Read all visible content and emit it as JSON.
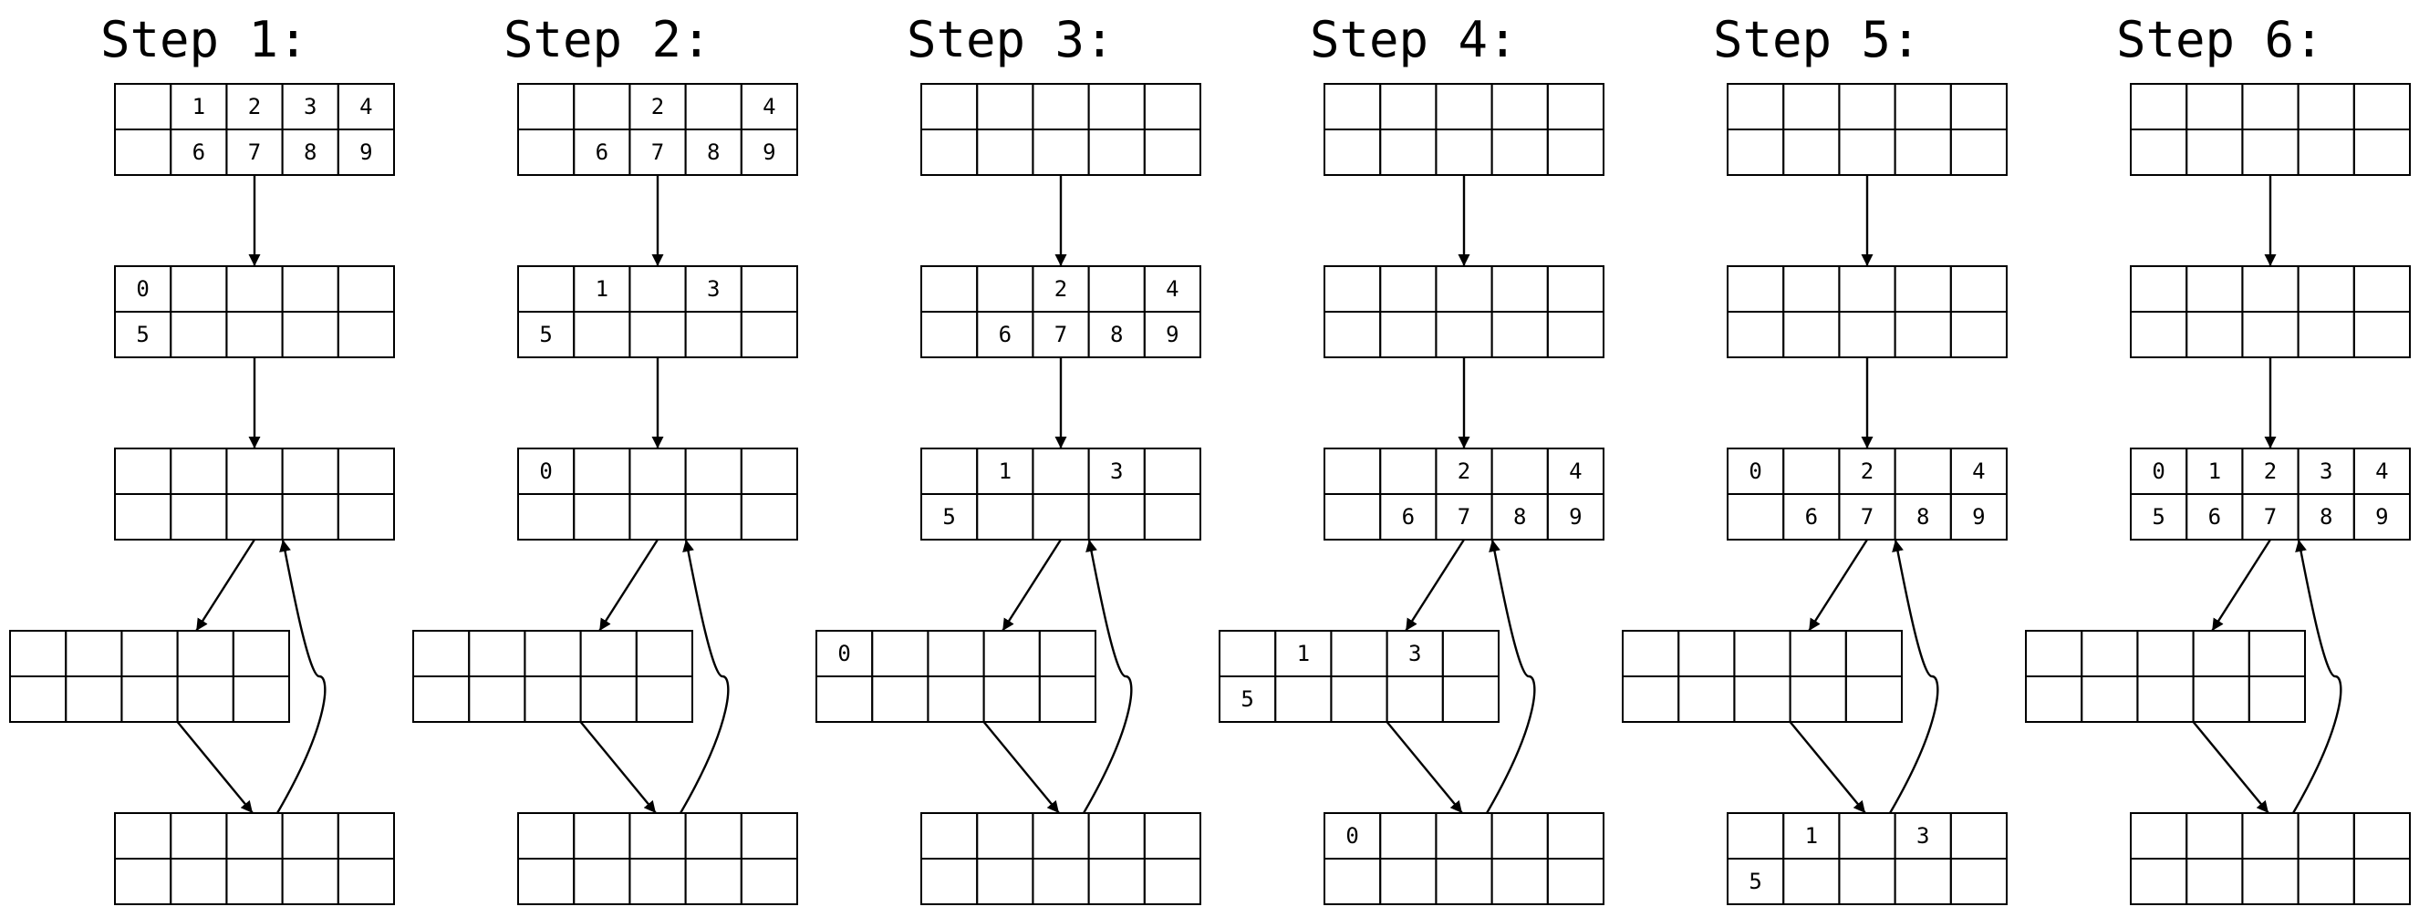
{
  "steps": [
    {
      "title": "Step 1:",
      "grids": [
        {
          "name": "top",
          "cells": [
            [
              "",
              "1",
              "2",
              "3",
              "4"
            ],
            [
              "",
              "6",
              "7",
              "8",
              "9"
            ]
          ]
        },
        {
          "name": "mid",
          "cells": [
            [
              "0",
              "",
              "",
              "",
              ""
            ],
            [
              "5",
              "",
              "",
              "",
              ""
            ]
          ]
        },
        {
          "name": "hub",
          "cells": [
            [
              "",
              "",
              "",
              "",
              ""
            ],
            [
              "",
              "",
              "",
              "",
              ""
            ]
          ]
        },
        {
          "name": "left",
          "cells": [
            [
              "",
              "",
              "",
              "",
              ""
            ],
            [
              "",
              "",
              "",
              "",
              ""
            ]
          ]
        },
        {
          "name": "bottom",
          "cells": [
            [
              "",
              "",
              "",
              "",
              ""
            ],
            [
              "",
              "",
              "",
              "",
              ""
            ]
          ]
        }
      ]
    },
    {
      "title": "Step 2:",
      "grids": [
        {
          "name": "top",
          "cells": [
            [
              "",
              "",
              "2",
              "",
              "4"
            ],
            [
              "",
              "6",
              "7",
              "8",
              "9"
            ]
          ]
        },
        {
          "name": "mid",
          "cells": [
            [
              "",
              "1",
              "",
              "3",
              ""
            ],
            [
              "5",
              "",
              "",
              "",
              ""
            ]
          ]
        },
        {
          "name": "hub",
          "cells": [
            [
              "0",
              "",
              "",
              "",
              ""
            ],
            [
              "",
              "",
              "",
              "",
              ""
            ]
          ]
        },
        {
          "name": "left",
          "cells": [
            [
              "",
              "",
              "",
              "",
              ""
            ],
            [
              "",
              "",
              "",
              "",
              ""
            ]
          ]
        },
        {
          "name": "bottom",
          "cells": [
            [
              "",
              "",
              "",
              "",
              ""
            ],
            [
              "",
              "",
              "",
              "",
              ""
            ]
          ]
        }
      ]
    },
    {
      "title": "Step 3:",
      "grids": [
        {
          "name": "top",
          "cells": [
            [
              "",
              "",
              "",
              "",
              ""
            ],
            [
              "",
              "",
              "",
              "",
              ""
            ]
          ]
        },
        {
          "name": "mid",
          "cells": [
            [
              "",
              "",
              "2",
              "",
              "4"
            ],
            [
              "",
              "6",
              "7",
              "8",
              "9"
            ]
          ]
        },
        {
          "name": "hub",
          "cells": [
            [
              "",
              "1",
              "",
              "3",
              ""
            ],
            [
              "5",
              "",
              "",
              "",
              ""
            ]
          ]
        },
        {
          "name": "left",
          "cells": [
            [
              "0",
              "",
              "",
              "",
              ""
            ],
            [
              "",
              "",
              "",
              "",
              ""
            ]
          ]
        },
        {
          "name": "bottom",
          "cells": [
            [
              "",
              "",
              "",
              "",
              ""
            ],
            [
              "",
              "",
              "",
              "",
              ""
            ]
          ]
        }
      ]
    },
    {
      "title": "Step 4:",
      "grids": [
        {
          "name": "top",
          "cells": [
            [
              "",
              "",
              "",
              "",
              ""
            ],
            [
              "",
              "",
              "",
              "",
              ""
            ]
          ]
        },
        {
          "name": "mid",
          "cells": [
            [
              "",
              "",
              "",
              "",
              ""
            ],
            [
              "",
              "",
              "",
              "",
              ""
            ]
          ]
        },
        {
          "name": "hub",
          "cells": [
            [
              "",
              "",
              "2",
              "",
              "4"
            ],
            [
              "",
              "6",
              "7",
              "8",
              "9"
            ]
          ]
        },
        {
          "name": "left",
          "cells": [
            [
              "",
              "1",
              "",
              "3",
              ""
            ],
            [
              "5",
              "",
              "",
              "",
              ""
            ]
          ]
        },
        {
          "name": "bottom",
          "cells": [
            [
              "0",
              "",
              "",
              "",
              ""
            ],
            [
              "",
              "",
              "",
              "",
              ""
            ]
          ]
        }
      ]
    },
    {
      "title": "Step 5:",
      "grids": [
        {
          "name": "top",
          "cells": [
            [
              "",
              "",
              "",
              "",
              ""
            ],
            [
              "",
              "",
              "",
              "",
              ""
            ]
          ]
        },
        {
          "name": "mid",
          "cells": [
            [
              "",
              "",
              "",
              "",
              ""
            ],
            [
              "",
              "",
              "",
              "",
              ""
            ]
          ]
        },
        {
          "name": "hub",
          "cells": [
            [
              "0",
              "",
              "2",
              "",
              "4"
            ],
            [
              "",
              "6",
              "7",
              "8",
              "9"
            ]
          ]
        },
        {
          "name": "left",
          "cells": [
            [
              "",
              "",
              "",
              "",
              ""
            ],
            [
              "",
              "",
              "",
              "",
              ""
            ]
          ]
        },
        {
          "name": "bottom",
          "cells": [
            [
              "",
              "1",
              "",
              "3",
              ""
            ],
            [
              "5",
              "",
              "",
              "",
              ""
            ]
          ]
        }
      ]
    },
    {
      "title": "Step 6:",
      "grids": [
        {
          "name": "top",
          "cells": [
            [
              "",
              "",
              "",
              "",
              ""
            ],
            [
              "",
              "",
              "",
              "",
              ""
            ]
          ]
        },
        {
          "name": "mid",
          "cells": [
            [
              "",
              "",
              "",
              "",
              ""
            ],
            [
              "",
              "",
              "",
              "",
              ""
            ]
          ]
        },
        {
          "name": "hub",
          "cells": [
            [
              "0",
              "1",
              "2",
              "3",
              "4"
            ],
            [
              "5",
              "6",
              "7",
              "8",
              "9"
            ]
          ]
        },
        {
          "name": "left",
          "cells": [
            [
              "",
              "",
              "",
              "",
              ""
            ],
            [
              "",
              "",
              "",
              "",
              ""
            ]
          ]
        },
        {
          "name": "bottom",
          "cells": [
            [
              "",
              "",
              "",
              "",
              ""
            ],
            [
              "",
              "",
              "",
              "",
              ""
            ]
          ]
        }
      ]
    }
  ]
}
